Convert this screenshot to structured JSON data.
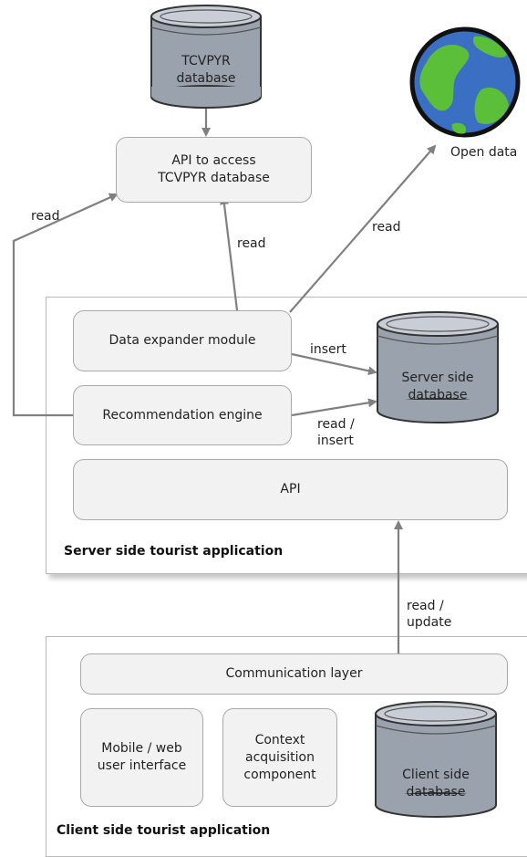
{
  "databases": {
    "tcvpyr": "TCVPYR\ndatabase",
    "server": "Server side\ndatabase",
    "client": "Client side\ndatabase"
  },
  "external": {
    "open_data": "Open data"
  },
  "boxes": {
    "api_access": "API to access\nTCVPYR database",
    "data_expander": "Data expander module",
    "recommendation": "Recommendation engine",
    "server_api": "API",
    "communication": "Communication layer",
    "mobile_ui": "Mobile / web\nuser interface",
    "context": "Context\nacquisition\ncomponent"
  },
  "panels": {
    "server_title": "Server side tourist application",
    "client_title": "Client side tourist application"
  },
  "arrow_labels": {
    "read_left": "read",
    "read_api": "read",
    "read_open": "read",
    "insert": "insert",
    "read_insert": "read /\ninsert",
    "read_update": "read /\nupdate"
  },
  "colors": {
    "db_fill": "#9aa2ad",
    "box_fill": "#f2f2f2",
    "arrow": "#808080",
    "ocean": "#3b6fc4",
    "land": "#5bbf3a"
  }
}
